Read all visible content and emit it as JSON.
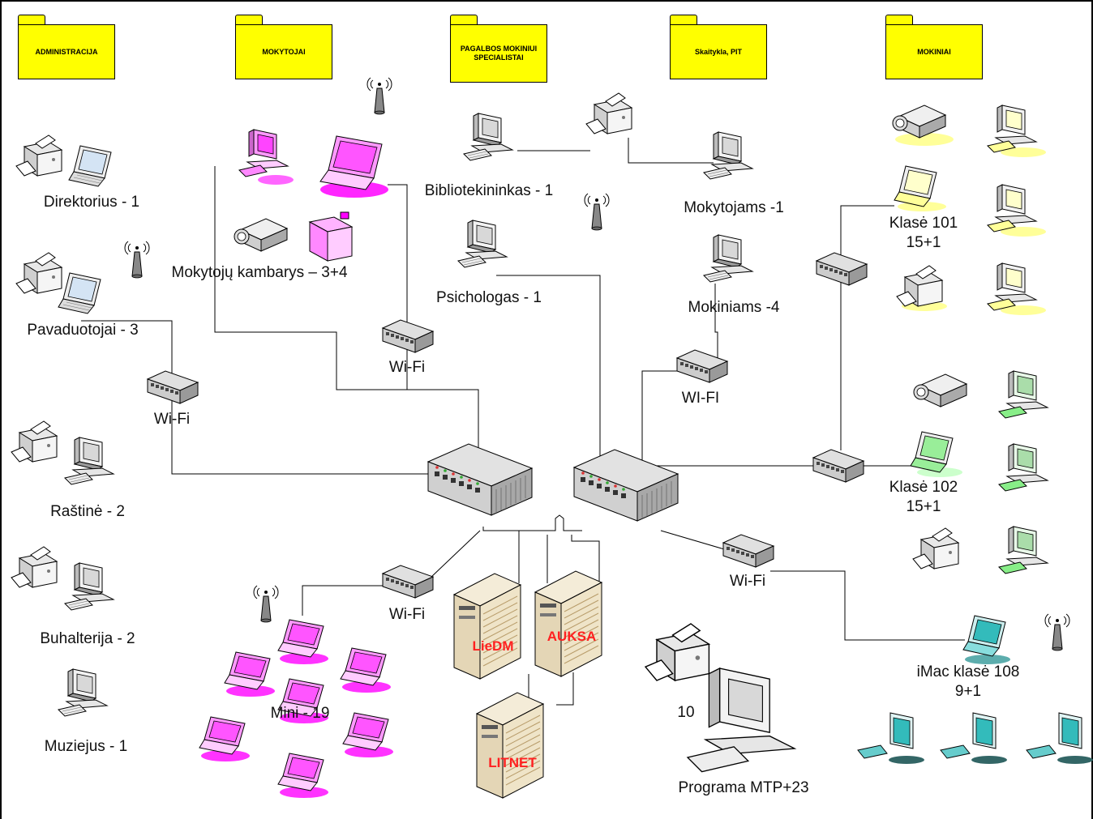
{
  "departments": [
    {
      "id": "administracija",
      "label": "ADMINISTRACIJA"
    },
    {
      "id": "mokytojai",
      "label": "MOKYTOJAI"
    },
    {
      "id": "pagalbos",
      "label": "PAGALBOS MOKINIUI SPECIALISTAI"
    },
    {
      "id": "skaitykla",
      "label": "Skaitykla, PIT"
    },
    {
      "id": "mokiniai",
      "label": "MOKINIAI"
    }
  ],
  "labels": {
    "direktorius": "Direktorius - 1",
    "pavaduotojai": "Pavaduotojai - 3",
    "wifi_admin": "Wi-Fi",
    "rastine": "Raštinė - 2",
    "buhalterija": "Buhalterija - 2",
    "muziejus": "Muziejus - 1",
    "mokytoju_kambarys": "Mokytojų kambarys – 3+4",
    "wifi_mokytojai": "Wi-Fi",
    "wifi_mini": "Wi-Fi",
    "mini": "Mini - 19",
    "bibliotekininkas": "Bibliotekininkas - 1",
    "psichologas": "Psichologas - 1",
    "mokytojams": "Mokytojams -1",
    "mokiniams": "Mokiniams -4",
    "wifi_skaitykla": "WI-FI",
    "klase101_name": "Klasė 101",
    "klase101_count": "15+1",
    "klase102_name": "Klasė 102",
    "klase102_count": "15+1",
    "wifi_imac": "Wi-Fi",
    "imac_name": "iMac klasė 108",
    "imac_count": "9+1",
    "printers_count": "10",
    "programa": "Programa MTP+23"
  },
  "servers": [
    {
      "id": "liedm",
      "label": "LieDM"
    },
    {
      "id": "auksa",
      "label": "AUKSA"
    },
    {
      "id": "litnet",
      "label": "LITNET"
    }
  ],
  "icons": [
    "printer-icon",
    "laptop-icon",
    "desktop-computer-icon",
    "wifi-antenna-icon",
    "switch-icon",
    "hub-icon",
    "server-icon",
    "projector-icon",
    "folder-icon"
  ],
  "colors": {
    "folder": "#ffff00",
    "server_label": "#ff2020",
    "magenta_device": "#ff33ff",
    "yellow_device": "#ffff99",
    "green_device": "#99ff99",
    "teal_device": "#33cccc"
  }
}
